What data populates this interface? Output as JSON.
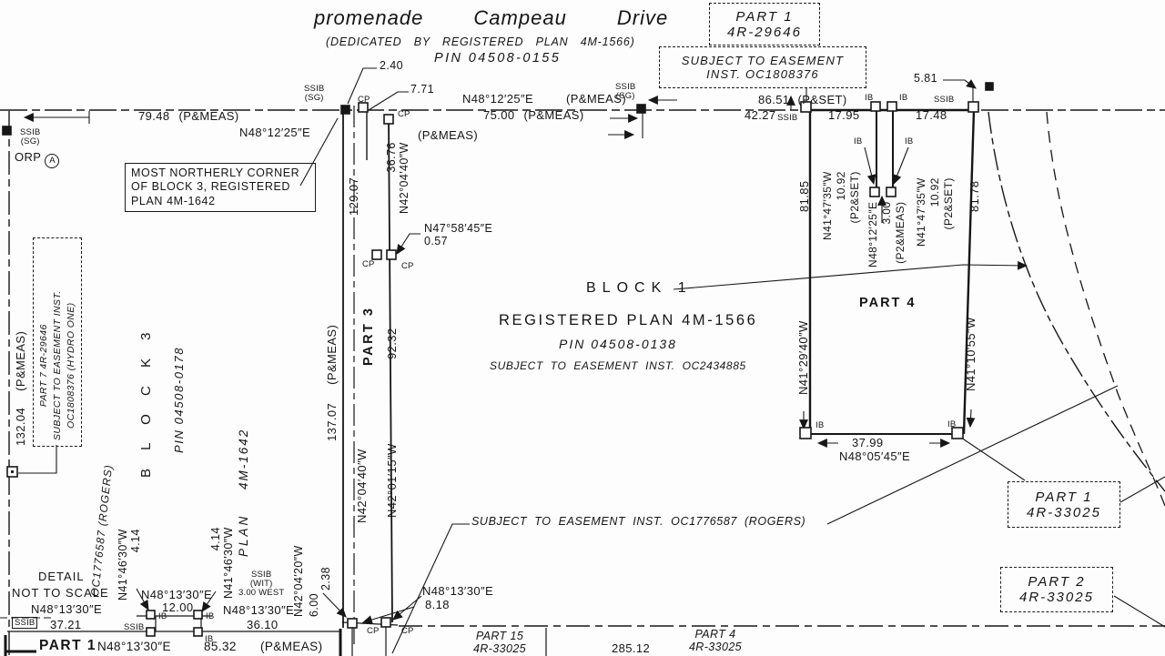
{
  "street": {
    "name": "promenade Campeau Drive",
    "dedication": "(DEDICATED BY REGISTERED PLAN 4M-1566)",
    "pin": "PIN 04508-0155"
  },
  "block1": {
    "name": "BLOCK 1",
    "plan": "REGISTERED PLAN 4M-1566",
    "pin": "PIN 04508-0138",
    "easement": "SUBJECT TO EASEMENT INST. OC2434885"
  },
  "block3": {
    "name": "B L O C K   3",
    "pin": "PIN 04508-0178",
    "plan_name": "PLAN",
    "plan_number": "4M-1642",
    "easement_vertical": "OC1776587 (ROGERS)"
  },
  "parts": {
    "part3": "PART 3",
    "part4": "PART 4",
    "part1_detail": "PART 1"
  },
  "boxes": {
    "part1_29646": {
      "line1": "PART 1",
      "line2": "4R-29646"
    },
    "easement_oc1808376": {
      "line1": "SUBJECT TO EASEMENT",
      "line2": "INST. OC1808376"
    },
    "corner_note": {
      "line1": "MOST NORTHERLY CORNER",
      "line2": "OF BLOCK 3, REGISTERED",
      "line3": "PLAN 4M-1642"
    },
    "part7_hydro": {
      "line1": "PART 7 4R-29646",
      "line2": "SUBJECT TO EASEMENT INST.",
      "line3": "OC1808376 (HYDRO ONE)"
    },
    "part1_33025": {
      "line1": "PART 1",
      "line2": "4R-33025"
    },
    "part2_33025": {
      "line1": "PART 2",
      "line2": "4R-33025"
    },
    "part15_33025": {
      "line1": "PART 15",
      "line2": "4R-33025"
    },
    "part4_33025": {
      "line1": "PART 4",
      "line2": "4R-33025"
    }
  },
  "notes": {
    "rogers": "SUBJECT TO EASEMENT INST. OC1776587 (ROGERS)",
    "detail_line1": "DETAIL",
    "detail_line2": "NOT TO SCALE"
  },
  "bearings": {
    "n481225e": "N48°12′25″E",
    "n475845e": "N47°58′45″E",
    "n420440w": "N42°04′40″W",
    "n420115w": "N42°01′15″W",
    "n420420w": "N42°04′20″W",
    "n414630w": "N41°46′30″W",
    "n414735w": "N41°47′35″W",
    "n412940w": "N41°29′40″W",
    "n411055w": "N41°10′55″W",
    "n480545e": "N48°05′45″E",
    "n481330e": "N48°13′30″E"
  },
  "dims": {
    "d2_40": "2.40",
    "d7_71": "7.71",
    "d75_00": "75.00 (P&MEAS)",
    "d79_48": "79.48 (P&MEAS)",
    "pmeas": "(P&MEAS)",
    "d42_27": "42.27",
    "d86_51": "86.51 (P&SET)",
    "d5_81": "5.81",
    "d17_95": "17.95",
    "d17_48": "17.48",
    "d129_07": "129.07",
    "d36_76": "36.76",
    "d137_07": "137.07 (P&MEAS)",
    "d92_32": "92.32",
    "d0_57": "0.57",
    "d2_38": "2.38",
    "d6_00": "6.00",
    "d4_14": "4.14",
    "d132_04": "132.04 (P&MEAS)",
    "d81_85": "81.85",
    "d81_78": "81.78",
    "d10_92": "10.92",
    "p2set": "(P2&SET)",
    "d3_00": "3.00",
    "p2meas": "(P2&MEAS)",
    "d37_99": "37.99",
    "d37_21": "37.21",
    "d12_00": "12.00",
    "d36_10": "36.10",
    "d8_18": "8.18",
    "d85_32": "85.32",
    "d285_12": "285.12",
    "d3_00_west": "3.00 WEST"
  },
  "markers": {
    "ssib": "SSIB",
    "sg": "(SG)",
    "wit": "(WIT)",
    "cp": "CP",
    "ib": "IB",
    "orp": "ORP",
    "orp_letter": "A"
  }
}
